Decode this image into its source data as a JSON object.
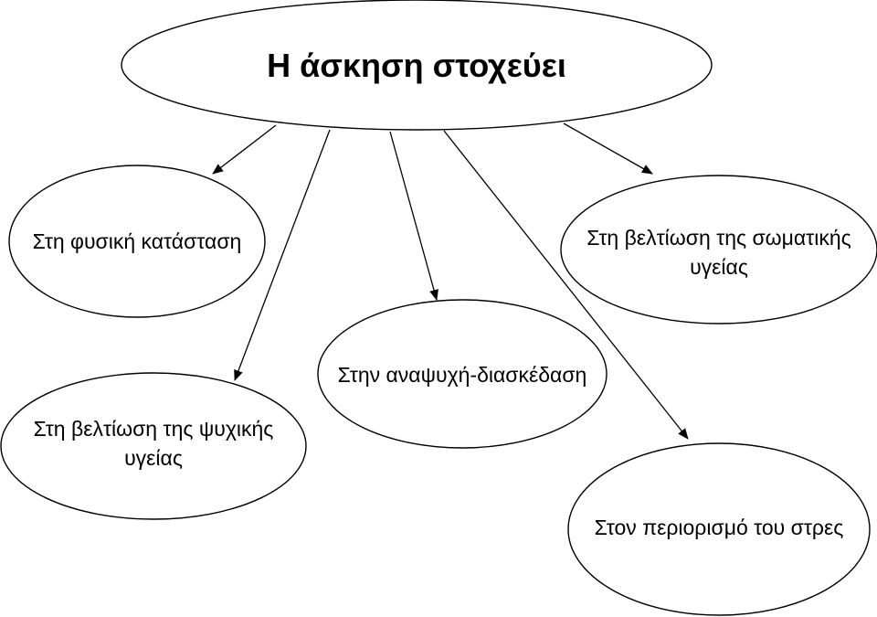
{
  "diagram": {
    "root": {
      "label": "Η άσκηση στοχεύει"
    },
    "children": [
      {
        "id": "fitness",
        "lines": [
          "Στη φυσική κατάσταση"
        ]
      },
      {
        "id": "physical-health",
        "lines": [
          "Στη βελτίωση της σωματικής",
          "υγείας"
        ]
      },
      {
        "id": "recreation",
        "lines": [
          "Στην αναψυχή-διασκέδαση"
        ]
      },
      {
        "id": "mental-health",
        "lines": [
          "Στη βελτίωση της ψυχικής",
          "υγείας"
        ]
      },
      {
        "id": "stress",
        "lines": [
          "Στον περιορισμό του στρες"
        ]
      }
    ],
    "colors": {
      "stroke": "#000000",
      "fill": "#ffffff",
      "text": "#000000"
    }
  }
}
